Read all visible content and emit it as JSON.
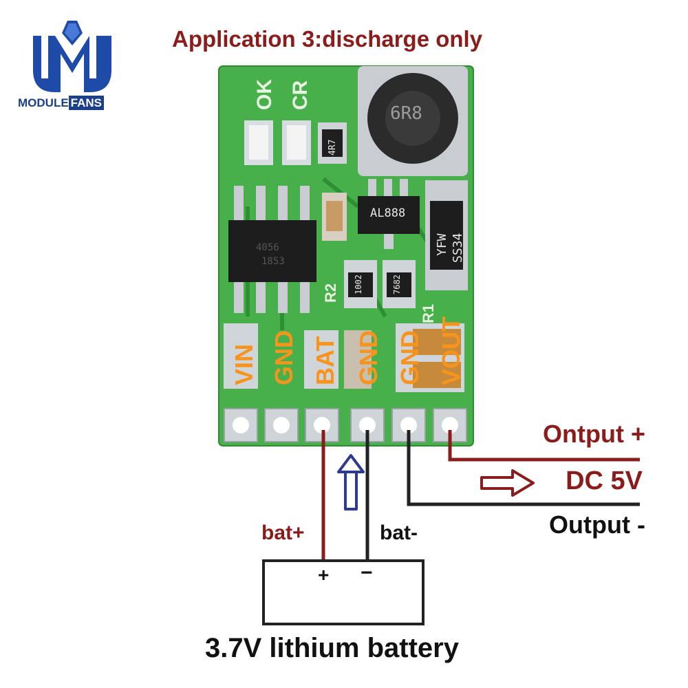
{
  "title": "Application 3:discharge only",
  "logo": {
    "part1": "MODULE",
    "part2": "FANS"
  },
  "board": {
    "silk_ok": "OK",
    "silk_cr": "CR",
    "silk_r2": "R2",
    "silk_r1": "R1",
    "chip_inductor": "6R8",
    "chip_regulator": "AL888",
    "chip_diode_line1": "YFW",
    "chip_diode_line2": "SS34",
    "chip_charger": "4056",
    "chip_charger2": "1853",
    "res_1": "1002",
    "res_2": "7682",
    "res_3": "4R7",
    "pins": [
      "VIN",
      "GND",
      "BAT",
      "GND",
      "GND",
      "VOUT"
    ]
  },
  "labels": {
    "output_plus": "Ontput +",
    "dc": "DC 5V",
    "output_minus": "Output -",
    "bat_plus": "bat+",
    "bat_minus": "bat-",
    "battery_plus_sign": "+",
    "battery_minus_sign": "−",
    "battery": "3.7V lithium battery"
  },
  "colors": {
    "title": "#8a1c1c",
    "positive_wire": "#8a1c1c",
    "negative_wire": "#222222",
    "pcb": "#47b04a",
    "pin_label": "#f7941d",
    "arrow_up": "#2e3a8c"
  }
}
